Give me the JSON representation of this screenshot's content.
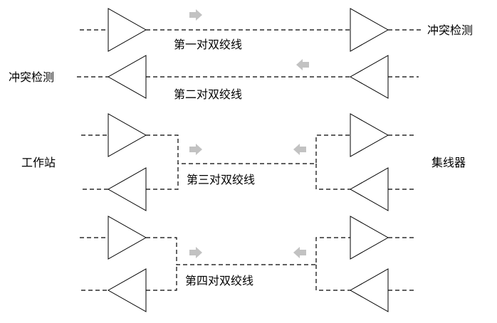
{
  "labels": {
    "pair1": "第一对双绞线",
    "pair2": "第二对双绞线",
    "pair3": "第三对双绞线",
    "pair4": "第四对双绞线",
    "collision_right": "冲突检测",
    "collision_left": "冲突检测",
    "workstation": "工作站",
    "hub": "集线器"
  },
  "colors": {
    "line": "#000000",
    "arrow": "#c2c2c2"
  },
  "icons": {
    "transmit_arrow": "right-arrow-icon",
    "receive_arrow": "left-arrow-icon",
    "amplifier": "triangle-amplifier-icon"
  }
}
